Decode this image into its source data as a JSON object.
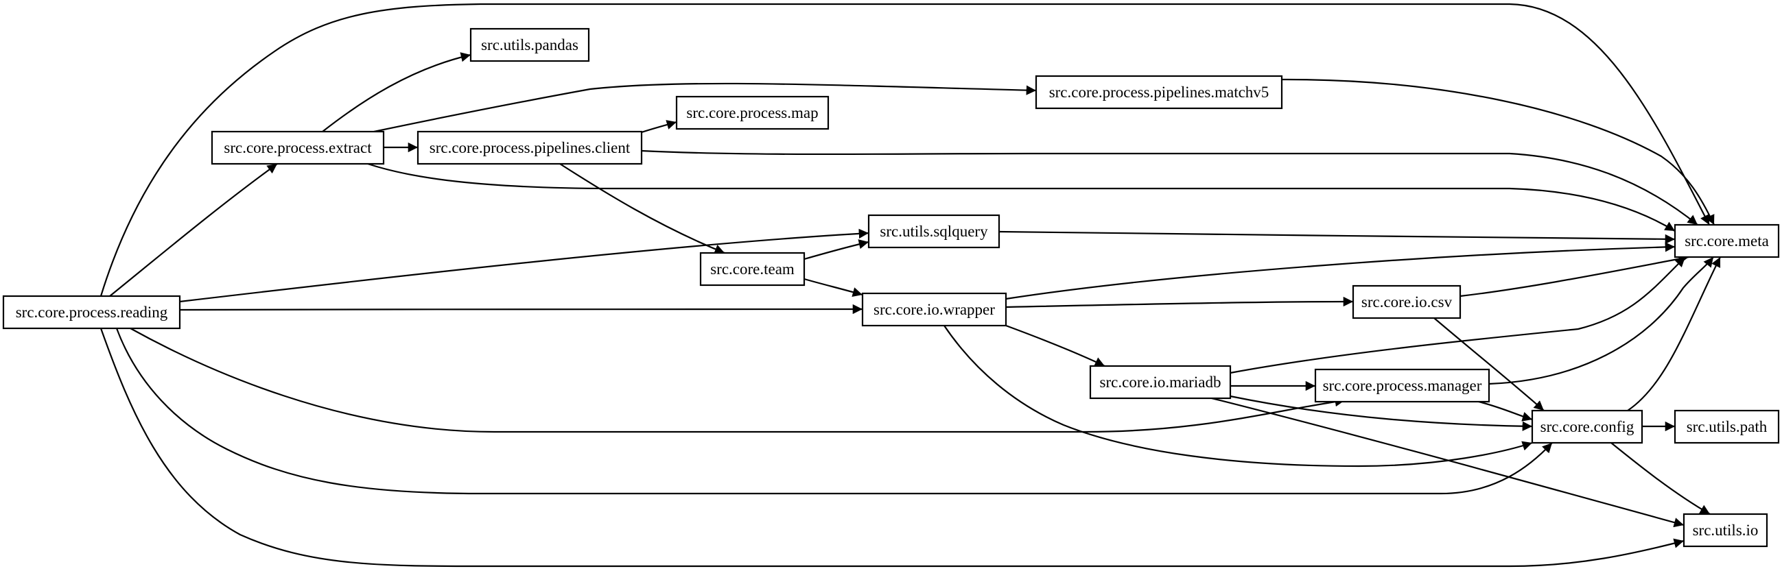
{
  "graph": {
    "nodes": [
      {
        "id": "reading",
        "label": "src.core.process.reading"
      },
      {
        "id": "extract",
        "label": "src.core.process.extract"
      },
      {
        "id": "pandas",
        "label": "src.utils.pandas"
      },
      {
        "id": "client",
        "label": "src.core.process.pipelines.client"
      },
      {
        "id": "map",
        "label": "src.core.process.map"
      },
      {
        "id": "matchv5",
        "label": "src.core.process.pipelines.matchv5"
      },
      {
        "id": "sqlquery",
        "label": "src.utils.sqlquery"
      },
      {
        "id": "team",
        "label": "src.core.team"
      },
      {
        "id": "wrapper",
        "label": "src.core.io.wrapper"
      },
      {
        "id": "csv",
        "label": "src.core.io.csv"
      },
      {
        "id": "mariadb",
        "label": "src.core.io.mariadb"
      },
      {
        "id": "manager",
        "label": "src.core.process.manager"
      },
      {
        "id": "config",
        "label": "src.core.config"
      },
      {
        "id": "meta",
        "label": "src.core.meta"
      },
      {
        "id": "path",
        "label": "src.utils.path"
      },
      {
        "id": "io",
        "label": "src.utils.io"
      }
    ],
    "edges": [
      {
        "from": "reading",
        "to": "meta"
      },
      {
        "from": "reading",
        "to": "extract"
      },
      {
        "from": "reading",
        "to": "sqlquery"
      },
      {
        "from": "reading",
        "to": "wrapper"
      },
      {
        "from": "reading",
        "to": "manager"
      },
      {
        "from": "reading",
        "to": "config"
      },
      {
        "from": "reading",
        "to": "io"
      },
      {
        "from": "extract",
        "to": "pandas"
      },
      {
        "from": "extract",
        "to": "matchv5"
      },
      {
        "from": "extract",
        "to": "client"
      },
      {
        "from": "extract",
        "to": "meta"
      },
      {
        "from": "client",
        "to": "map"
      },
      {
        "from": "client",
        "to": "meta"
      },
      {
        "from": "client",
        "to": "team"
      },
      {
        "from": "matchv5",
        "to": "meta"
      },
      {
        "from": "sqlquery",
        "to": "meta"
      },
      {
        "from": "team",
        "to": "sqlquery"
      },
      {
        "from": "team",
        "to": "wrapper"
      },
      {
        "from": "wrapper",
        "to": "meta"
      },
      {
        "from": "wrapper",
        "to": "csv"
      },
      {
        "from": "wrapper",
        "to": "mariadb"
      },
      {
        "from": "wrapper",
        "to": "config"
      },
      {
        "from": "csv",
        "to": "meta"
      },
      {
        "from": "csv",
        "to": "config"
      },
      {
        "from": "mariadb",
        "to": "meta"
      },
      {
        "from": "mariadb",
        "to": "manager"
      },
      {
        "from": "mariadb",
        "to": "config"
      },
      {
        "from": "mariadb",
        "to": "io"
      },
      {
        "from": "manager",
        "to": "meta"
      },
      {
        "from": "manager",
        "to": "config"
      },
      {
        "from": "config",
        "to": "meta"
      },
      {
        "from": "config",
        "to": "path"
      },
      {
        "from": "config",
        "to": "io"
      }
    ]
  }
}
